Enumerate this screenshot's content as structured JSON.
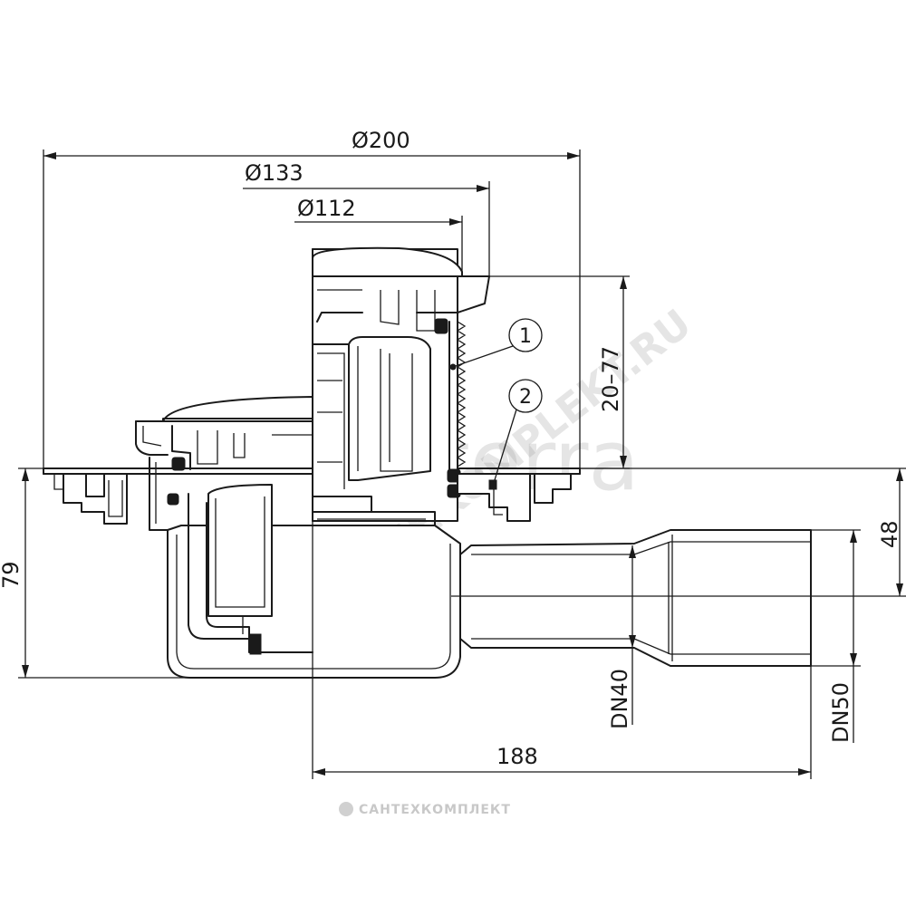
{
  "dimensions": {
    "overall_diameter": "Ø200",
    "flange_diameter": "Ø133",
    "grate_diameter": "Ø112",
    "height_range": "20–77",
    "total_height": "79",
    "outlet_axis_height": "48",
    "outlet_length": "188",
    "inner_outlet": "DN40",
    "outer_outlet": "DN50"
  },
  "callouts": [
    {
      "number": "1"
    },
    {
      "number": "2"
    }
  ],
  "watermarks": {
    "brand": "Valterra",
    "site": "SANTEHKOMPLEKT.RU",
    "footer": "САНТЕХКОМПЛЕКТ"
  }
}
